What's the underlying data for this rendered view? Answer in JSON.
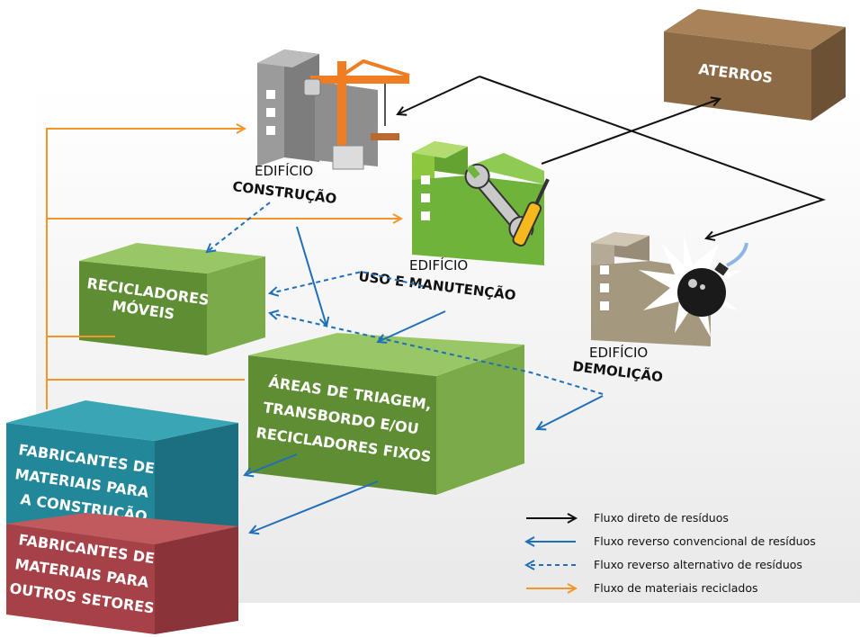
{
  "buildings": {
    "construcao": {
      "line1": "EDIFÍCIO",
      "line2": "CONSTRUÇÃO"
    },
    "uso": {
      "line1": "EDIFÍCIO",
      "line2": "USO E MANUTENÇÃO"
    },
    "demolicao": {
      "line1": "EDIFÍCIO",
      "line2": "DEMOLIÇÃO"
    }
  },
  "boxes": {
    "aterros": {
      "line1": "ATERROS"
    },
    "recicladores_moveis": {
      "line1": "RECICLADORES",
      "line2": "MÓVEIS"
    },
    "areas_triagem": {
      "line1": "ÁREAS DE TRIAGEM,",
      "line2": "TRANSBORDO E/OU",
      "line3": "RECICLADORES FIXOS"
    },
    "fab_construcao": {
      "line1": "FABRICANTES DE",
      "line2": "MATERIAIS PARA",
      "line3": "A CONSTRUÇÃO"
    },
    "fab_outros": {
      "line1": "FABRICANTES DE",
      "line2": "MATERIAIS PARA",
      "line3": "OUTROS SETORES"
    }
  },
  "legend": {
    "direct": "Fluxo direto de resíduos",
    "reverse_conventional": "Fluxo reverso convencional de resíduos",
    "reverse_alternative": "Fluxo reverso alternativo de resíduos",
    "recycled": "Fluxo de materiais reciclados"
  },
  "colors": {
    "direct": "#111111",
    "reverse": "#1f6fb9",
    "recycled": "#f3962a",
    "green_box": "#6a9a3f",
    "teal_box": "#2a8c9a",
    "red_box": "#a64247",
    "brown_box": "#8c6a45"
  }
}
